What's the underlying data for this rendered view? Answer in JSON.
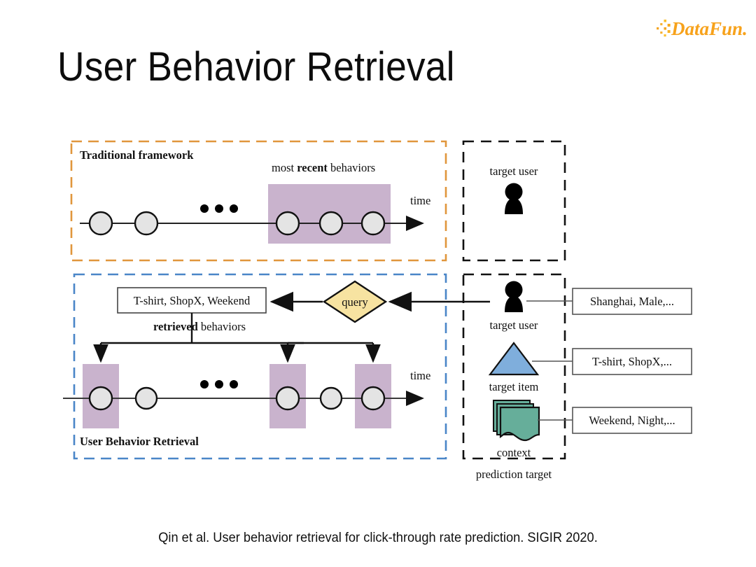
{
  "brand": {
    "logo_text": "DataFun.",
    "logo_color_start": "#F5A623",
    "logo_color_end": "#FBC02D",
    "logo_dot_color": "#F5A623"
  },
  "slide": {
    "title": "User Behavior Retrieval",
    "caption": "Qin et al. User behavior retrieval for click-through rate prediction. SIGIR 2020."
  },
  "colors": {
    "traditional_border": "#E0963C",
    "retrieval_border": "#4A86C8",
    "prediction_border": "#111111",
    "highlight_purple": "#C9B3CD",
    "node_fill": "#E4E4E4",
    "node_stroke": "#111111",
    "query_fill": "#F7E3A1",
    "item_triangle_fill": "#7FAEDC",
    "context_fill": "#66AE9A",
    "user_icon_fill": "#000000",
    "connector_gray": "#555555",
    "axis_black": "#1A1A1A"
  },
  "panels": {
    "traditional": {
      "label": "Traditional framework",
      "highlight_label_prefix": "most ",
      "highlight_label_bold": "recent",
      "highlight_label_suffix": " behaviors",
      "time_axis_label": "time",
      "ellipsis": "•••",
      "node_count": 6,
      "highlighted_nodes": [
        4,
        5,
        6
      ]
    },
    "retrieval": {
      "label": "User Behavior Retrieval",
      "query_label": "query",
      "retrieved_box_text": "T-shirt, ShopX, Weekend",
      "retrieved_label_bold": "retrieved",
      "retrieved_label_suffix": " behaviors",
      "time_axis_label": "time",
      "ellipsis": "•••",
      "node_count": 6,
      "highlighted_nodes": [
        1,
        4,
        6
      ]
    },
    "prediction": {
      "label": "prediction target",
      "top_user_label": "target user",
      "entities": [
        {
          "icon": "user-silhouette-icon",
          "label": "target user",
          "attributes": "Shanghai, Male,..."
        },
        {
          "icon": "triangle-item-icon",
          "label": "target item",
          "attributes": "T-shirt, ShopX,..."
        },
        {
          "icon": "stacked-cards-icon",
          "label": "context",
          "attributes": "Weekend, Night,..."
        }
      ]
    }
  }
}
